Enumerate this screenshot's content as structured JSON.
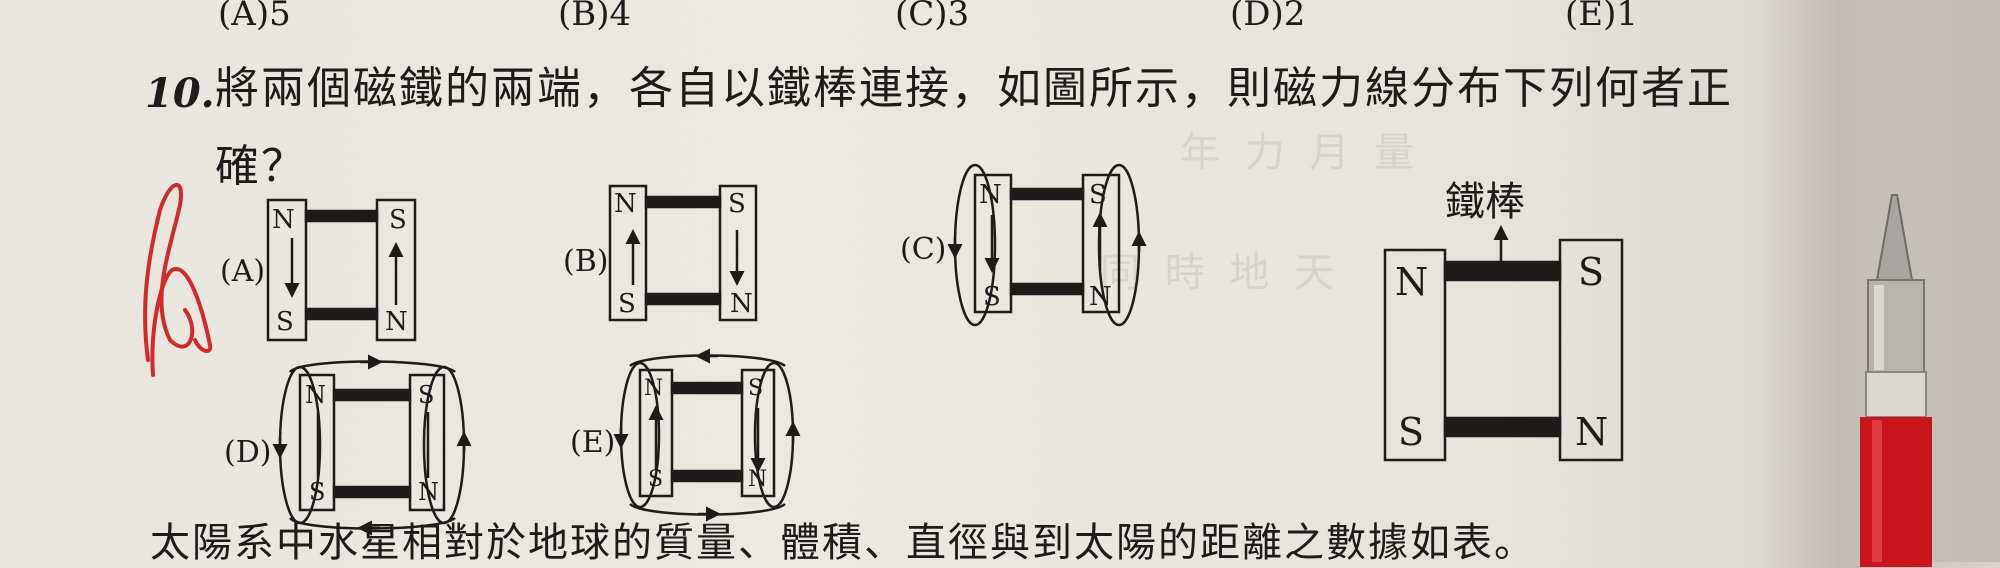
{
  "top_options": {
    "a": "(A)5",
    "b": "(B)4",
    "c": "(C)3",
    "d": "(D)2",
    "e": "(E)1"
  },
  "question": {
    "number": "10.",
    "text_line1": "將兩個磁鐵的兩端，各自以鐵棒連接，如圖所示，則磁力線分布下列何者正",
    "text_line2": "確？"
  },
  "options": {
    "A": "(A)",
    "B": "(B)",
    "C": "(C)",
    "D": "(D)",
    "E": "(E)"
  },
  "pole_labels": {
    "N": "N",
    "S": "S"
  },
  "figure": {
    "iron_bar_label": "鐵棒"
  },
  "next_question_text": "太陽系中水星相對於地球的質量、體積、直徑與到太陽的距離之數據如表。",
  "colors": {
    "paper": "#e8e4de",
    "ink": "#1d1c1b",
    "handwriting": "#d22a2a",
    "pen_body": "#c8141a"
  }
}
